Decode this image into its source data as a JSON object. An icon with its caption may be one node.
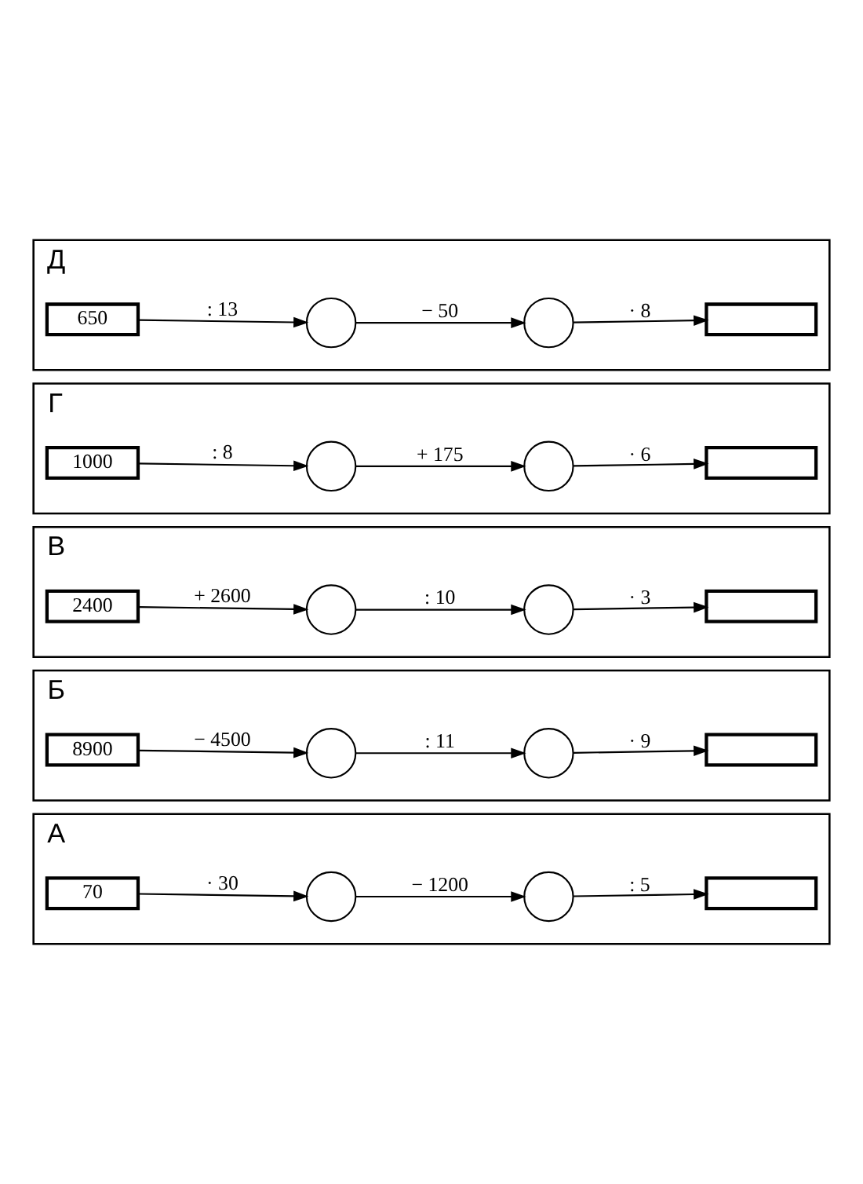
{
  "diagram": {
    "nodes": [
      {
        "text": [
          "А"
        ]
      },
      {
        "text": [
          "70"
        ],
        "in": 0
      },
      {
        "text": [],
        "shape": "circle",
        "in": 0
      },
      {
        "text": [],
        "shape": "circle",
        "in": 0
      },
      {
        "text": [],
        "shape": "box",
        "in": 0
      },
      {
        "text": [
          "Б"
        ]
      },
      {
        "text": [
          "8900"
        ],
        "in": 5
      },
      {
        "text": [],
        "shape": "circle",
        "in": 5
      },
      {
        "text": [],
        "shape": "circle",
        "in": 5
      },
      {
        "text": [],
        "shape": "box",
        "in": 5
      },
      {
        "text": [
          "В"
        ]
      },
      {
        "text": [
          "2400"
        ],
        "in": 10
      },
      {
        "text": [],
        "shape": "circle",
        "in": 10
      },
      {
        "text": [],
        "shape": "circle",
        "in": 10
      },
      {
        "text": [],
        "shape": "box",
        "in": 10
      },
      {
        "text": [
          "Г"
        ]
      },
      {
        "text": [
          "1000"
        ],
        "in": 15
      },
      {
        "text": [],
        "shape": "circle",
        "in": 15
      },
      {
        "text": [],
        "shape": "circle",
        "in": 15
      },
      {
        "text": [],
        "shape": "box",
        "in": 15
      },
      {
        "text": [
          "Д"
        ]
      },
      {
        "text": [
          "650"
        ],
        "in": 20
      },
      {
        "text": [],
        "shape": "circle",
        "in": 20
      },
      {
        "text": [],
        "shape": "circle",
        "in": 20
      },
      {
        "text": [],
        "shape": "box",
        "in": 20
      }
    ],
    "edges": [
      {
        "from": 1,
        "to": 2,
        "arrow": "to",
        "label": "· 30"
      },
      {
        "from": 2,
        "to": 3,
        "arrow": "to",
        "label": "− 1200"
      },
      {
        "from": 3,
        "to": 4,
        "arrow": "to",
        "label": ": 5"
      },
      {
        "from": 6,
        "to": 7,
        "arrow": "to",
        "label": "− 4500"
      },
      {
        "from": 7,
        "to": 8,
        "arrow": "to",
        "label": ": 11"
      },
      {
        "from": 8,
        "to": 9,
        "arrow": "to",
        "label": "· 9"
      },
      {
        "from": 11,
        "to": 12,
        "arrow": "to",
        "label": "+ 2600"
      },
      {
        "from": 12,
        "to": 13,
        "arrow": "to",
        "label": ": 10"
      },
      {
        "from": 13,
        "to": 14,
        "arrow": "to",
        "label": "· 3"
      },
      {
        "from": 16,
        "to": 17,
        "arrow": "to",
        "label": ": 8"
      },
      {
        "from": 17,
        "to": 18,
        "arrow": "to",
        "label": "+ 175"
      },
      {
        "from": 18,
        "to": 19,
        "arrow": "to",
        "label": "· 6"
      },
      {
        "from": 21,
        "to": 22,
        "arrow": "to",
        "label": ": 13"
      },
      {
        "from": 22,
        "to": 23,
        "arrow": "to",
        "label": "− 50"
      },
      {
        "from": 23,
        "to": 24,
        "arrow": "to",
        "label": "· 8"
      }
    ]
  }
}
